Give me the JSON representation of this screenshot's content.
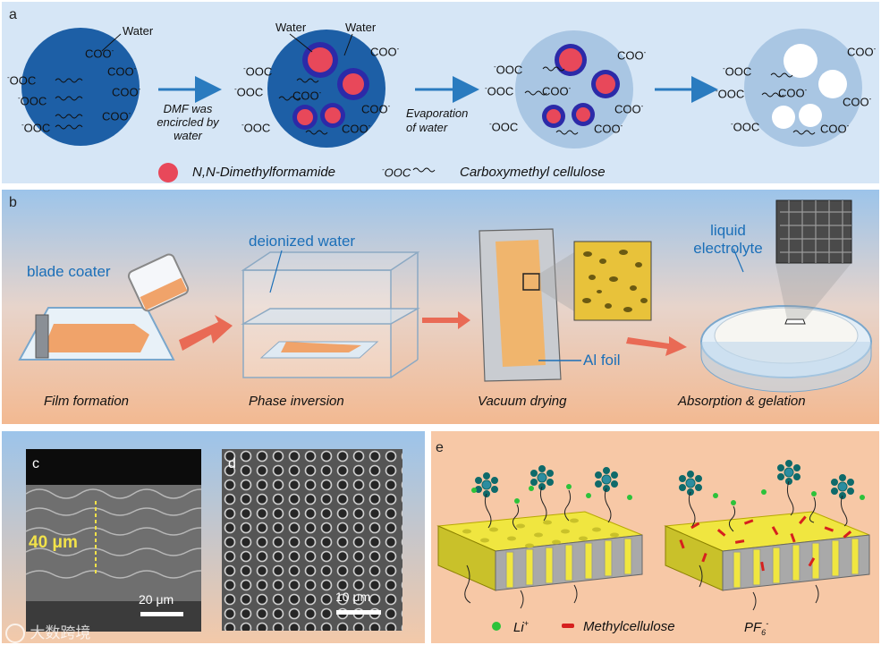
{
  "panel_a": {
    "label": "a",
    "water_label": "Water",
    "coo_minus": "COO",
    "ooc_minus": "OOC",
    "step1_caption": [
      "DMF was",
      "encircled by",
      "water"
    ],
    "step2_caption": [
      "Evaporation",
      "of water"
    ],
    "legend_dmf": "N,N-Dimethylformamide",
    "legend_cmc_symbol": "OOC",
    "legend_cmc": "Carboxymethyl cellulose"
  },
  "panel_b": {
    "label": "b",
    "blade_coater": "blade coater",
    "deionized_water": "deionized water",
    "al_foil": "Al foil",
    "liquid_electrolyte": [
      "liquid",
      "electrolyte"
    ],
    "steps": [
      "Film formation",
      "Phase inversion",
      "Vacuum drying",
      "Absorption & gelation"
    ]
  },
  "panel_c": {
    "label": "c",
    "thickness": "40 μm",
    "scale": "20 μm"
  },
  "panel_d": {
    "label": "d",
    "scale": "10 μm"
  },
  "panel_e": {
    "label": "e",
    "legend_li": "Li",
    "legend_li_sup": "+",
    "legend_mc": "Methylcellulose",
    "legend_pf": "PF",
    "legend_pf_sub": "6",
    "legend_pf_sup": "-"
  },
  "watermark": "大数跨境",
  "colors": {
    "panel_a_bg": "#d6e6f6",
    "particle_dark": "#1d5fa6",
    "particle_light": "#a9c6e3",
    "dmf_red": "#e8485a",
    "water_ring": "#2c2aa8",
    "arrow_blue": "#2a7bbf",
    "panel_b_top": "#9cc4ea",
    "panel_b_bottom": "#f3b991",
    "arrow_salmon": "#e96a55",
    "film_orange": "#f0a36a",
    "membrane_yellow": "#f0e640"
  }
}
